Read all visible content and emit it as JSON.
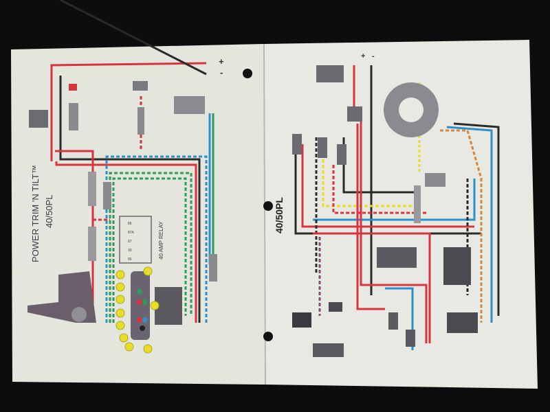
{
  "left_page": {
    "title": "POWER TRIM 'N TILT™",
    "model": "40/50PL",
    "relay_label": "40 AMP RELAY",
    "relay_pins": [
      "86",
      "87A",
      "87",
      "30",
      "85"
    ],
    "battery_positive": "+",
    "battery_negative": "-"
  },
  "right_page": {
    "model": "40/50PL",
    "battery_positive": "+",
    "battery_negative": "-"
  },
  "colors": {
    "background": "#0d0d0d",
    "paper": "#e6e7df",
    "red_wire": "#d8343f",
    "black_wire": "#2a2a2a",
    "blue_wire": "#2d8fc8",
    "green_wire": "#2f9a5a",
    "yellow_terminal": "#e6de2a"
  }
}
